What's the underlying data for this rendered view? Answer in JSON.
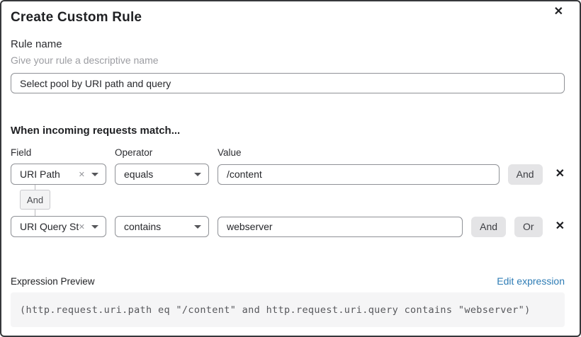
{
  "modal": {
    "title": "Create Custom Rule"
  },
  "icons": {
    "close": "✕",
    "remove": "✕",
    "delete": "✕"
  },
  "rule_name": {
    "label": "Rule name",
    "helper": "Give your rule a descriptive name",
    "value": "Select pool by URI path and query"
  },
  "match_builder": {
    "heading": "When incoming requests match...",
    "column_headers": {
      "field": "Field",
      "operator": "Operator",
      "value": "Value"
    },
    "rows": [
      {
        "field": "URI Path",
        "operator": "equals",
        "value": "/content",
        "buttons": [
          "And"
        ]
      },
      {
        "field": "URI Query St...",
        "operator": "contains",
        "value": "webserver",
        "buttons": [
          "And",
          "Or"
        ]
      }
    ],
    "connector": "And"
  },
  "expression_preview": {
    "label": "Expression Preview",
    "edit_link": "Edit expression",
    "expression": "(http.request.uri.path eq \"/content\" and http.request.uri.query contains \"webserver\")"
  },
  "colors": {
    "link_blue": "#2e7cb5",
    "button_gray": "#e4e4e6",
    "code_bg": "#f5f5f6",
    "border_gray": "#8f9196"
  }
}
